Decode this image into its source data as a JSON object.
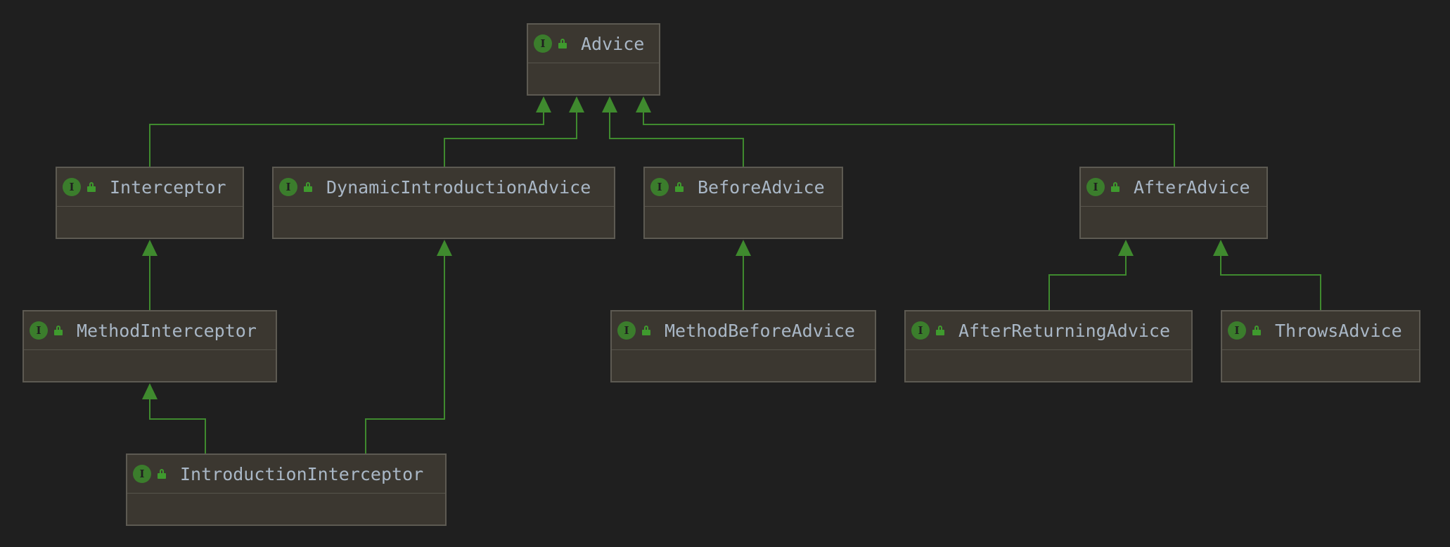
{
  "diagram": {
    "nodes": [
      {
        "id": "advice",
        "name": "Advice",
        "icon": "interface-icon",
        "visibility": "public-lock-icon"
      },
      {
        "id": "interceptor",
        "name": "Interceptor",
        "icon": "interface-icon",
        "visibility": "public-lock-icon"
      },
      {
        "id": "dynamic-introduction-advice",
        "name": "DynamicIntroductionAdvice",
        "icon": "interface-icon",
        "visibility": "public-lock-icon"
      },
      {
        "id": "before-advice",
        "name": "BeforeAdvice",
        "icon": "interface-icon",
        "visibility": "public-lock-icon"
      },
      {
        "id": "after-advice",
        "name": "AfterAdvice",
        "icon": "interface-icon",
        "visibility": "public-lock-icon"
      },
      {
        "id": "method-interceptor",
        "name": "MethodInterceptor",
        "icon": "interface-icon",
        "visibility": "public-lock-icon"
      },
      {
        "id": "method-before-advice",
        "name": "MethodBeforeAdvice",
        "icon": "interface-icon",
        "visibility": "public-lock-icon"
      },
      {
        "id": "after-returning-advice",
        "name": "AfterReturningAdvice",
        "icon": "interface-icon",
        "visibility": "public-lock-icon"
      },
      {
        "id": "throws-advice",
        "name": "ThrowsAdvice",
        "icon": "interface-icon",
        "visibility": "public-lock-icon"
      },
      {
        "id": "introduction-interceptor",
        "name": "IntroductionInterceptor",
        "icon": "interface-icon",
        "visibility": "public-lock-icon"
      }
    ],
    "edges": [
      {
        "from": "interceptor",
        "to": "advice",
        "type": "extends"
      },
      {
        "from": "dynamic-introduction-advice",
        "to": "advice",
        "type": "extends"
      },
      {
        "from": "before-advice",
        "to": "advice",
        "type": "extends"
      },
      {
        "from": "after-advice",
        "to": "advice",
        "type": "extends"
      },
      {
        "from": "method-interceptor",
        "to": "interceptor",
        "type": "extends"
      },
      {
        "from": "method-before-advice",
        "to": "before-advice",
        "type": "extends"
      },
      {
        "from": "after-returning-advice",
        "to": "after-advice",
        "type": "extends"
      },
      {
        "from": "throws-advice",
        "to": "after-advice",
        "type": "extends"
      },
      {
        "from": "introduction-interceptor",
        "to": "method-interceptor",
        "type": "extends"
      },
      {
        "from": "introduction-interceptor",
        "to": "dynamic-introduction-advice",
        "type": "extends"
      }
    ],
    "colors": {
      "background": "#1f1f1f",
      "node_fill": "#3b3730",
      "node_border": "#5d5a52",
      "edge": "#3f8a2e",
      "interface_icon": "#3b7d2c",
      "text": "#a9b7c6"
    }
  }
}
